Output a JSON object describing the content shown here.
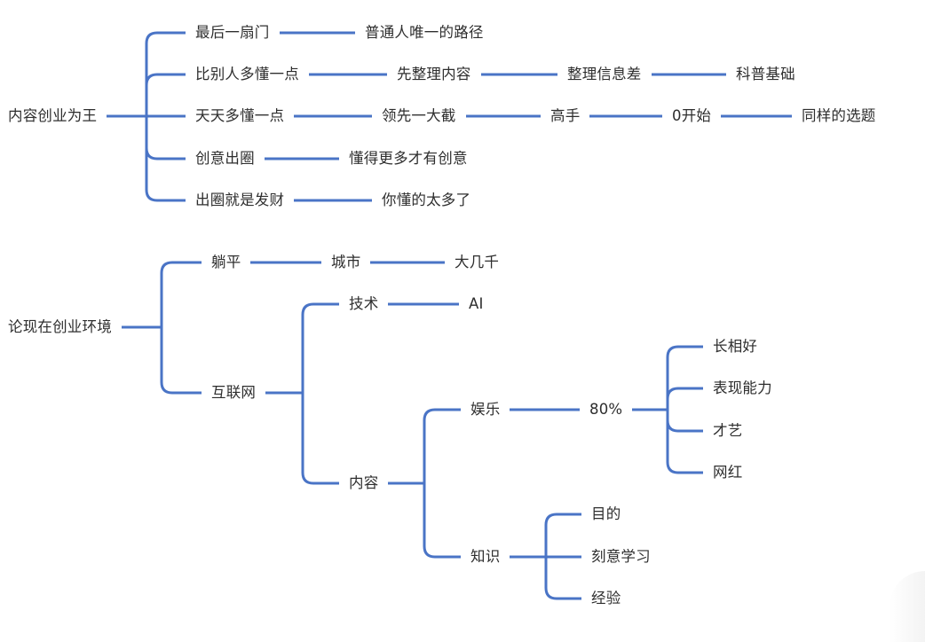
{
  "line_color": "#4a74c6",
  "text_color": "#2e2e2e",
  "mindmaps": [
    {
      "id": "content-king",
      "root": {
        "label": "内容创业为王",
        "children": [
          {
            "label": "最后一扇门",
            "children": [
              {
                "label": "普通人唯一的路径",
                "children": []
              }
            ]
          },
          {
            "label": "比别人多懂一点",
            "children": [
              {
                "label": "先整理内容",
                "children": [
                  {
                    "label": "整理信息差",
                    "children": [
                      {
                        "label": "科普基础",
                        "children": []
                      }
                    ]
                  }
                ]
              }
            ]
          },
          {
            "label": "天天多懂一点",
            "children": [
              {
                "label": "领先一大截",
                "children": [
                  {
                    "label": "高手",
                    "children": [
                      {
                        "label": "0开始",
                        "children": [
                          {
                            "label": "同样的选题",
                            "children": []
                          }
                        ]
                      }
                    ]
                  }
                ]
              }
            ]
          },
          {
            "label": "创意出圈",
            "children": [
              {
                "label": "懂得更多才有创意",
                "children": []
              }
            ]
          },
          {
            "label": "出圈就是发财",
            "children": [
              {
                "label": "你懂的太多了",
                "children": []
              }
            ]
          }
        ]
      }
    },
    {
      "id": "startup-environment",
      "root": {
        "label": "论现在创业环境",
        "children": [
          {
            "label": "躺平",
            "children": [
              {
                "label": "城市",
                "children": [
                  {
                    "label": "大几千",
                    "children": []
                  }
                ]
              }
            ]
          },
          {
            "label": "互联网",
            "children": [
              {
                "label": "技术",
                "children": [
                  {
                    "label": "AI",
                    "children": []
                  }
                ]
              },
              {
                "label": "内容",
                "children": [
                  {
                    "label": "娱乐",
                    "children": [
                      {
                        "label": "80%",
                        "children": [
                          {
                            "label": "长相好",
                            "children": []
                          },
                          {
                            "label": "表现能力",
                            "children": []
                          },
                          {
                            "label": "才艺",
                            "children": []
                          },
                          {
                            "label": "网红",
                            "children": []
                          }
                        ]
                      }
                    ]
                  },
                  {
                    "label": "知识",
                    "children": [
                      {
                        "label": "目的",
                        "children": []
                      },
                      {
                        "label": "刻意学习",
                        "children": []
                      },
                      {
                        "label": "经验",
                        "children": []
                      }
                    ]
                  }
                ]
              }
            ]
          }
        ]
      }
    }
  ]
}
